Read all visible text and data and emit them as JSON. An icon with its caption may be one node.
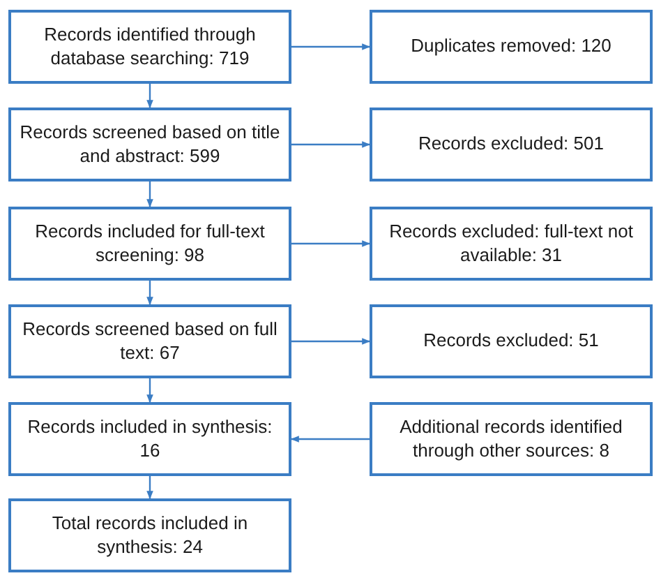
{
  "diagram": {
    "nodes": [
      {
        "text": [
          "Records identified through database searching: 719"
        ]
      },
      {
        "text": [
          "Duplicates removed: 120"
        ]
      },
      {
        "text": [
          "Records screened based on title and abstract: 599"
        ]
      },
      {
        "text": [
          "Records excluded: 501"
        ]
      },
      {
        "text": [
          "Records included for full-text screening: 98"
        ]
      },
      {
        "text": [
          "Records excluded: full-text not available: 31"
        ]
      },
      {
        "text": [
          "Records screened based on full text: 67"
        ]
      },
      {
        "text": [
          "Records excluded: 51"
        ]
      },
      {
        "text": [
          "Records included in synthesis: 16"
        ]
      },
      {
        "text": [
          "Additional records identified through other sources: 8"
        ]
      },
      {
        "text": [
          "Total records included in synthesis: 24"
        ]
      }
    ],
    "edges": [
      {
        "from": 0,
        "to": 1,
        "arrow": "to"
      },
      {
        "from": 0,
        "to": 2,
        "arrow": "to"
      },
      {
        "from": 2,
        "to": 3,
        "arrow": "to"
      },
      {
        "from": 2,
        "to": 4,
        "arrow": "to"
      },
      {
        "from": 4,
        "to": 5,
        "arrow": "to"
      },
      {
        "from": 4,
        "to": 6,
        "arrow": "to"
      },
      {
        "from": 6,
        "to": 7,
        "arrow": "to"
      },
      {
        "from": 6,
        "to": 8,
        "arrow": "to"
      },
      {
        "from": 9,
        "to": 8,
        "arrow": "to"
      },
      {
        "from": 8,
        "to": 10,
        "arrow": "to"
      }
    ]
  }
}
